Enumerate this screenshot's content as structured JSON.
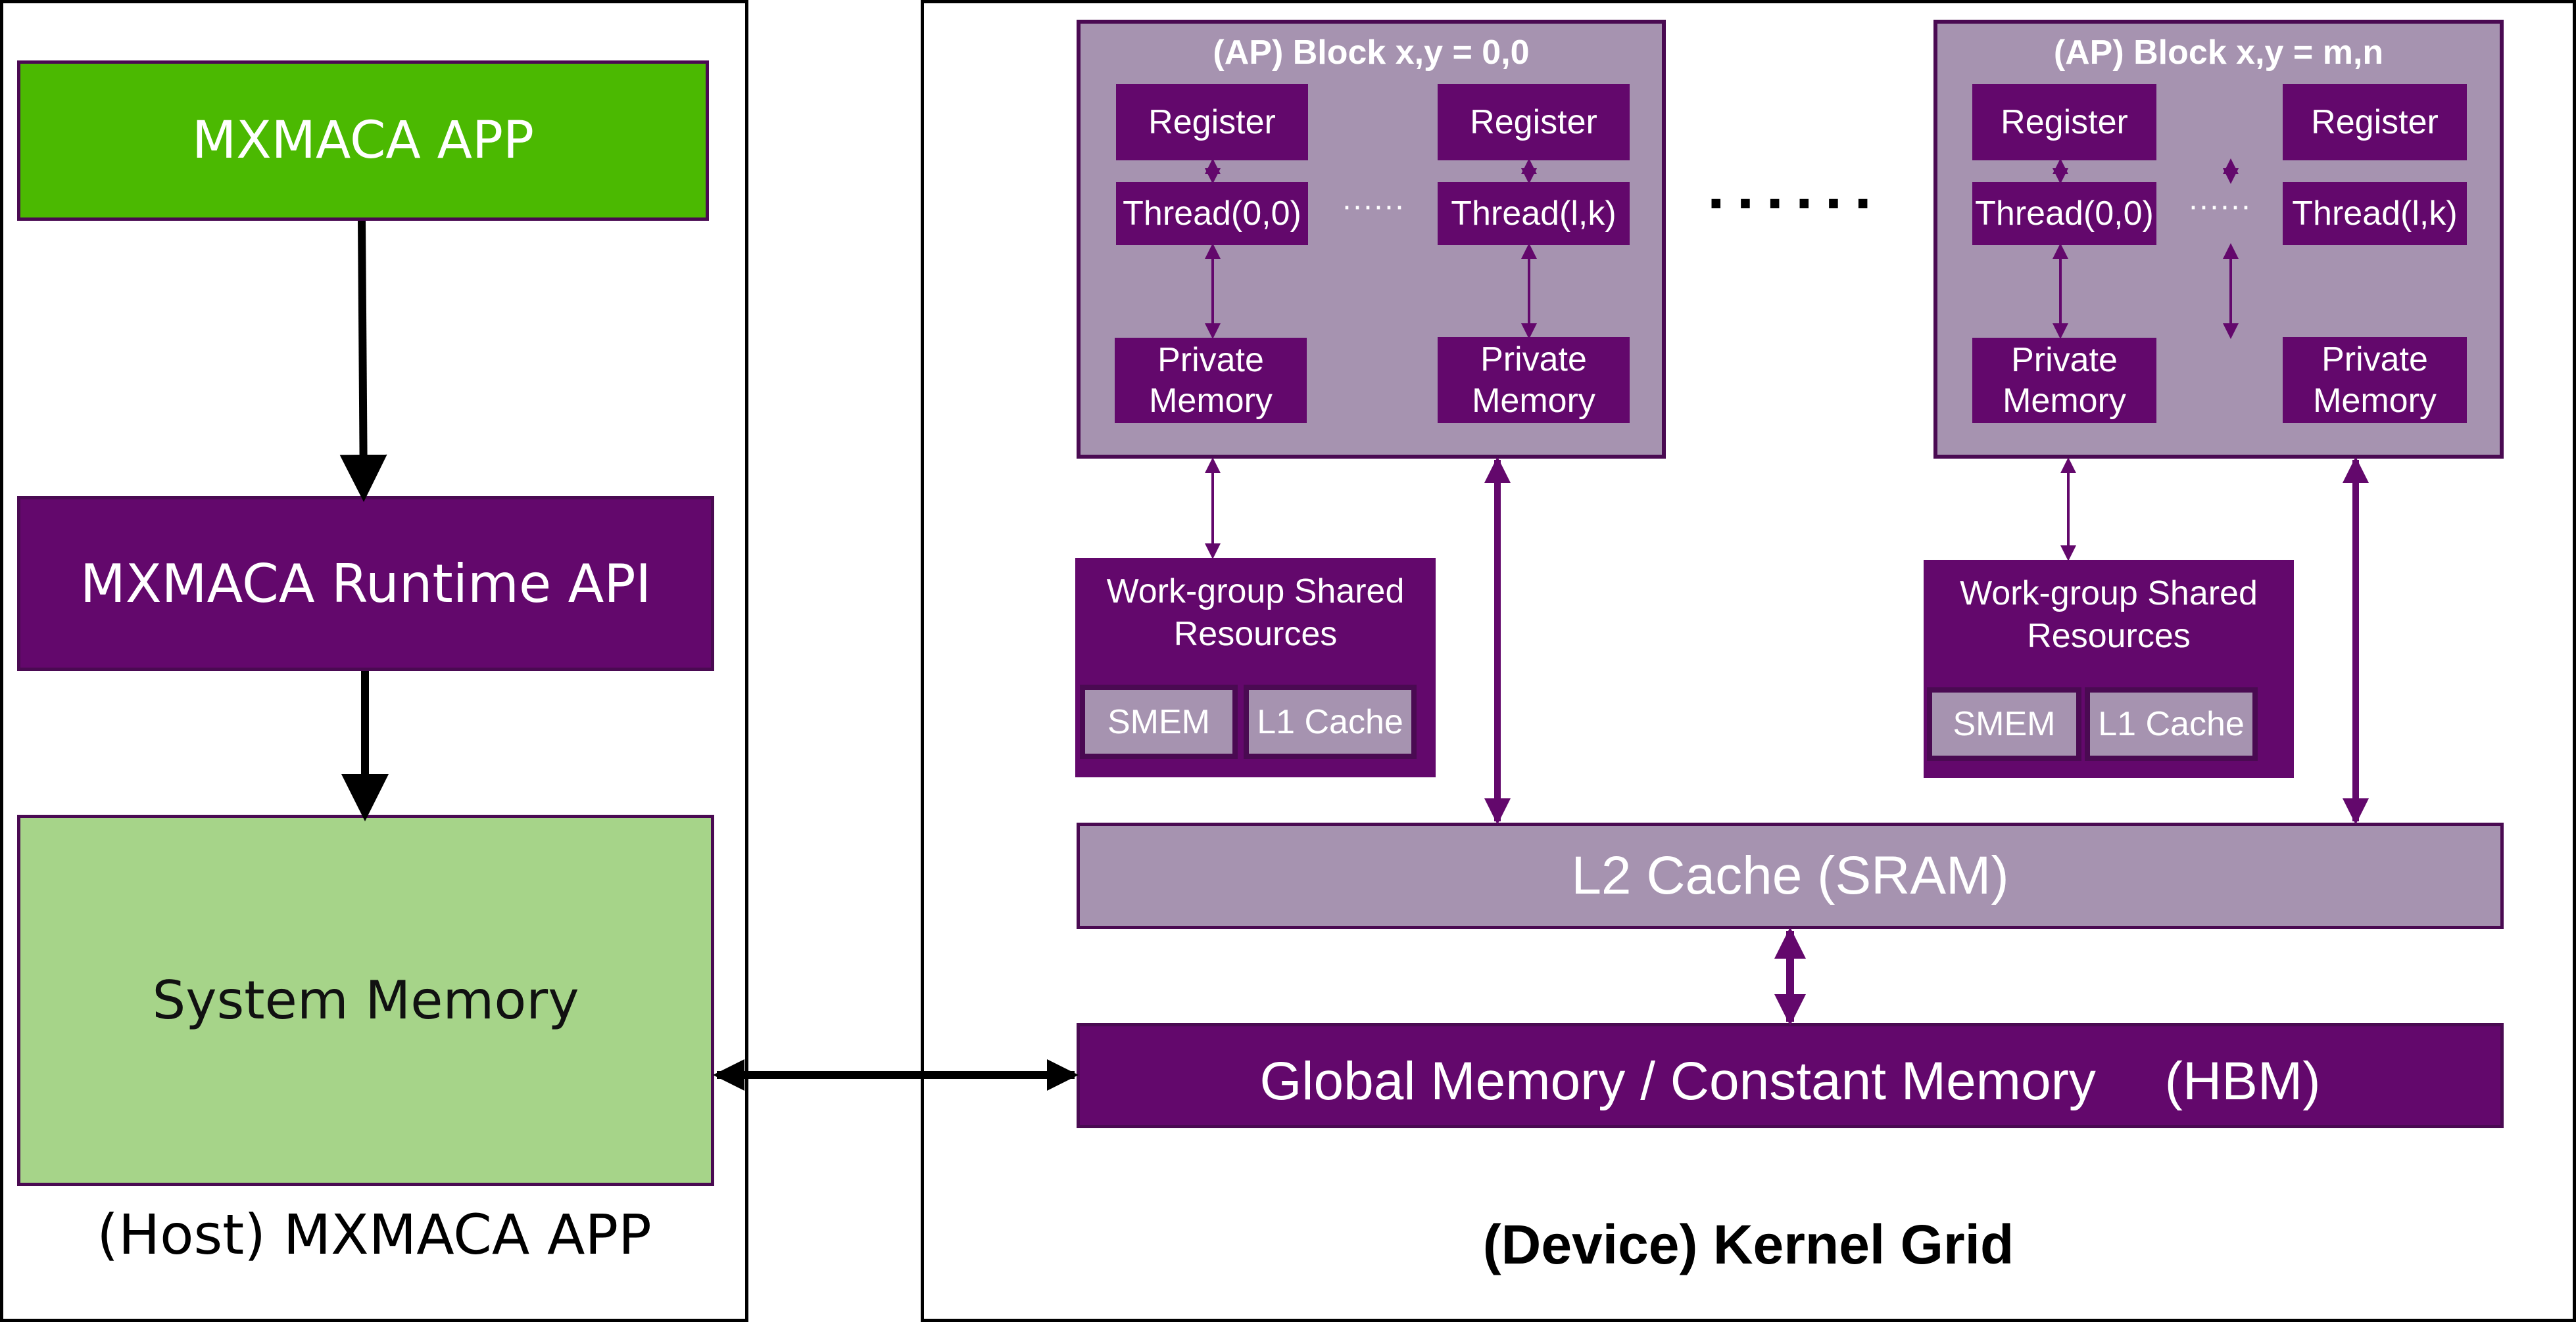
{
  "host": {
    "caption": "(Host) MXMACA APP",
    "app_box": "MXMACA APP",
    "runtime_box": "MXMACA Runtime API",
    "system_memory_box": "System Memory"
  },
  "device": {
    "caption": "(Device) Kernel Grid",
    "blocks": [
      {
        "title": "(AP) Block x,y = 0,0",
        "threads": [
          {
            "register": "Register",
            "thread": "Thread(0,0)",
            "private_line1": "Private",
            "private_line2": "Memory"
          },
          {
            "register": "Register",
            "thread": "Thread(l,k)",
            "private_line1": "Private",
            "private_line2": "Memory"
          }
        ],
        "thread_ellipsis": "······",
        "shared": {
          "title_line1": "Work-group Shared",
          "title_line2": "Resources",
          "smem": "SMEM",
          "l1": "L1 Cache"
        }
      },
      {
        "title": "(AP) Block x,y = m,n",
        "threads": [
          {
            "register": "Register",
            "thread": "Thread(0,0)",
            "private_line1": "Private",
            "private_line2": "Memory"
          },
          {
            "register": "Register",
            "thread": "Thread(l,k)",
            "private_line1": "Private",
            "private_line2": "Memory"
          }
        ],
        "thread_ellipsis": "······",
        "shared": {
          "title_line1": "Work-group Shared",
          "title_line2": "Resources",
          "smem": "SMEM",
          "l1": "L1 Cache"
        }
      }
    ],
    "block_ellipsis": "......",
    "l2_cache": "L2 Cache (SRAM)",
    "global_memory": "Global Memory / Constant Memory 　(HBM)"
  },
  "colors": {
    "app_green": "#4bb901",
    "purple": "#63086c",
    "border_purple": "#4a0a52",
    "lilac": "#a693b0",
    "system_memory_green": "#a6d489"
  }
}
